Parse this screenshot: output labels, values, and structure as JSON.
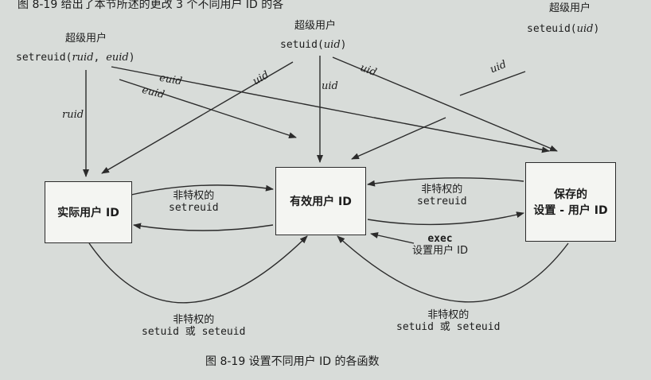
{
  "top_text": "图 8-19 给出了本节所述的更改 3 个不同用户 ID 的各",
  "caption": "图 8-19   设置不同用户 ID 的各函数",
  "top_functions": {
    "setreuid": {
      "privilege": "超级用户",
      "call_prefix": "setreuid(",
      "arg1": "ruid",
      "sep": ", ",
      "arg2": "euid",
      "call_suffix": ")"
    },
    "setuid": {
      "privilege": "超级用户",
      "call_prefix": "setuid(",
      "arg": "uid",
      "call_suffix": ")"
    },
    "seteuid": {
      "privilege": "超级用户",
      "call_prefix": "seteuid(",
      "arg": "uid",
      "call_suffix": ")"
    }
  },
  "boxes": {
    "real": {
      "label": "实际用户 ID"
    },
    "effective": {
      "label": "有效用户 ID"
    },
    "saved": {
      "line1": "保存的",
      "line2": "设置 - 用户 ID"
    }
  },
  "arrow_labels": {
    "ruid": "ruid",
    "euid_1": "euid",
    "euid_2": "euid",
    "uid_to_real": "uid",
    "uid_to_effective": "uid",
    "uid_to_saved": "uid",
    "uid_seteuid": "uid"
  },
  "transitions": {
    "real_effective": {
      "line1": "非特权的",
      "line2": "setreuid"
    },
    "saved_effective": {
      "line1": "非特权的",
      "line2": "setreuid"
    },
    "exec": {
      "line1": "exec",
      "line2": "设置用户 ID"
    },
    "real_bottom": {
      "line1": "非特权的",
      "line2": "setuid 或 seteuid"
    },
    "saved_bottom": {
      "line1": "非特权的",
      "line2": "setuid 或 seteuid"
    }
  },
  "colors": {
    "line": "#2b2b2b",
    "background": "#d8dcd9",
    "box_fill": "#f4f5f2"
  }
}
